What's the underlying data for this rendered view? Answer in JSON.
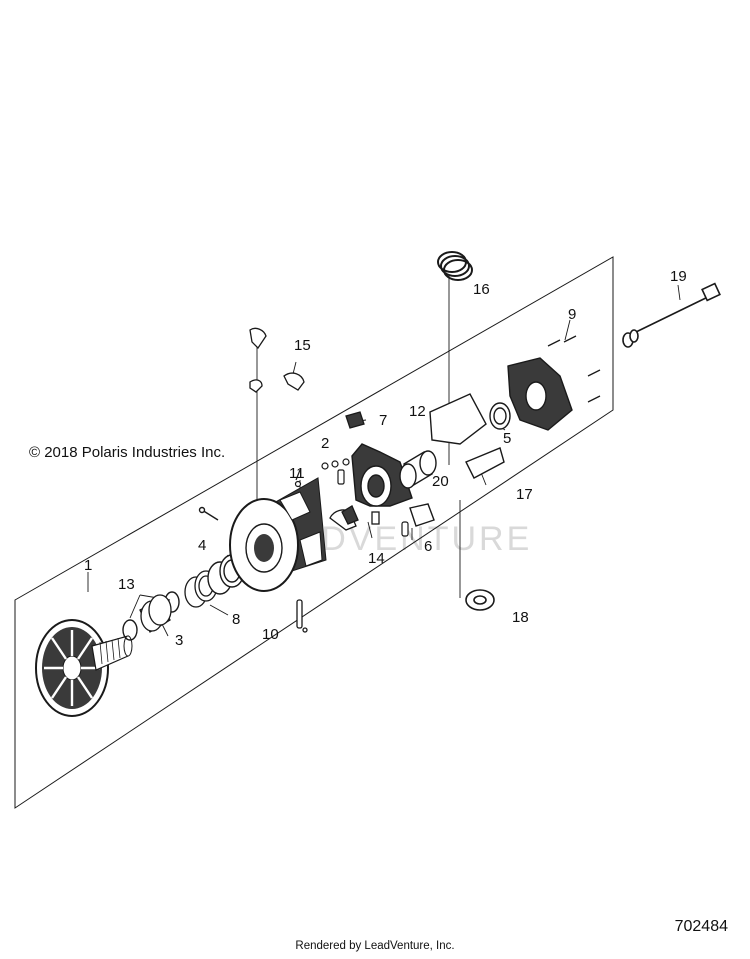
{
  "copyright": "© 2018 Polaris Industries Inc.",
  "drawing_number": "702484",
  "footer": "Rendered by LeadVenture, Inc.",
  "watermark": "LEADVENTURE",
  "callouts": {
    "c1": "1",
    "c2": "2",
    "c3": "3",
    "c4": "4",
    "c5": "5",
    "c6": "6",
    "c7": "7",
    "c8": "8",
    "c9": "9",
    "c10": "10",
    "c11": "11",
    "c12": "12",
    "c13": "13",
    "c14": "14",
    "c15": "15",
    "c16": "16",
    "c17": "17",
    "c18": "18",
    "c19": "19",
    "c20": "20"
  },
  "colors": {
    "line": "#1a1a1a",
    "part_fill": "#3a3a3a",
    "watermark": "#d9d9d9"
  }
}
